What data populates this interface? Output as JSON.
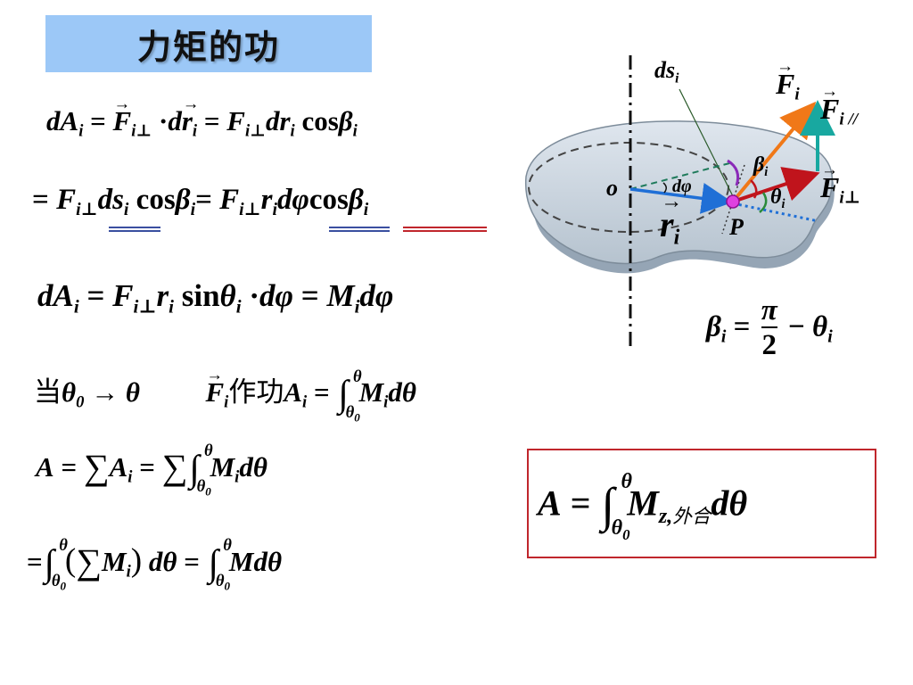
{
  "slide": {
    "title": "力矩的功",
    "chinese": {
      "dang": "当",
      "zuogong": "作功",
      "waihe": "外合"
    },
    "diagram": {
      "label_ds": "ds",
      "label_o": "o",
      "label_r": "r",
      "label_P": "P",
      "label_dphi": "dφ",
      "label_F": "F",
      "sub_i": "i",
      "sub_par": "i //",
      "sub_perp": "i⊥",
      "label_beta": "β",
      "label_theta": "θ"
    }
  },
  "colors": {
    "title_bg": "#9cc8f7",
    "box_border": "#c0262c",
    "vec_r": "#1f6fd6",
    "vec_perp": "#c0141c",
    "vec_F": "#f07818",
    "vec_par": "#18a8a0",
    "underline_blue": "#3a4fa0",
    "underline_red": "#c0262c"
  }
}
